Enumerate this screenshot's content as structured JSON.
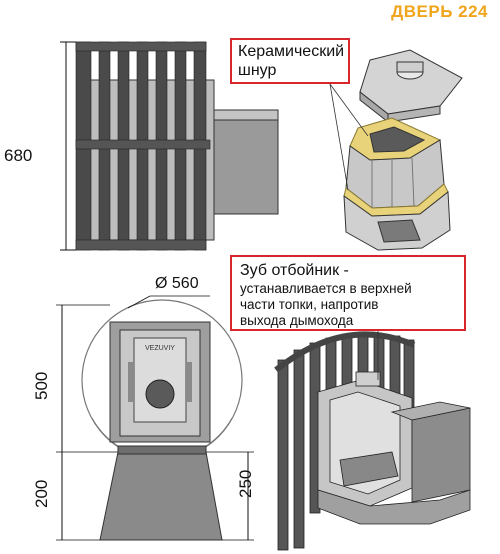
{
  "title": "ДВЕРЬ 224",
  "dimensions": {
    "height_total": "680",
    "diameter": "Ø 560",
    "height_body": "500",
    "height_base": "200",
    "height_legs": "250"
  },
  "callouts": {
    "ceramic_cord": "Керамический шнур",
    "tooth_title": "Зуб отбойник -",
    "tooth_desc_1": "устанавливается в верхней",
    "tooth_desc_2": "части топки, напротив",
    "tooth_desc_3": "выхода дымохода"
  },
  "door_label": "VEZUVIY",
  "colors": {
    "accent_title": "#f0a51c",
    "callout_border": "#d8262d",
    "metal_dark": "#4a4a4a",
    "metal_mid": "#8c8c8c",
    "metal_light": "#cfcfcf",
    "cord": "#e8d27a"
  }
}
